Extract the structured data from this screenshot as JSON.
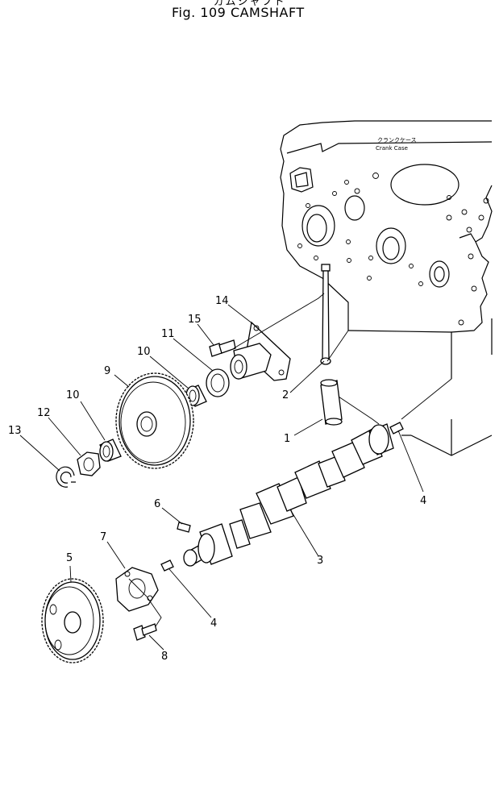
{
  "header": {
    "title_jp": "カムシャフト",
    "title": "Fig. 109  CAMSHAFT"
  },
  "crankcase": {
    "label_jp": "クランクケース",
    "label_en": "Crank Case"
  },
  "callouts": {
    "p1": "1",
    "p2": "2",
    "p3": "3",
    "p4a": "4",
    "p4b": "4",
    "p5": "5",
    "p6": "6",
    "p7": "7",
    "p8": "8",
    "p9": "9",
    "p10a": "10",
    "p10b": "10",
    "p11": "11",
    "p12": "12",
    "p13": "13",
    "p14": "14",
    "p15": "15"
  }
}
